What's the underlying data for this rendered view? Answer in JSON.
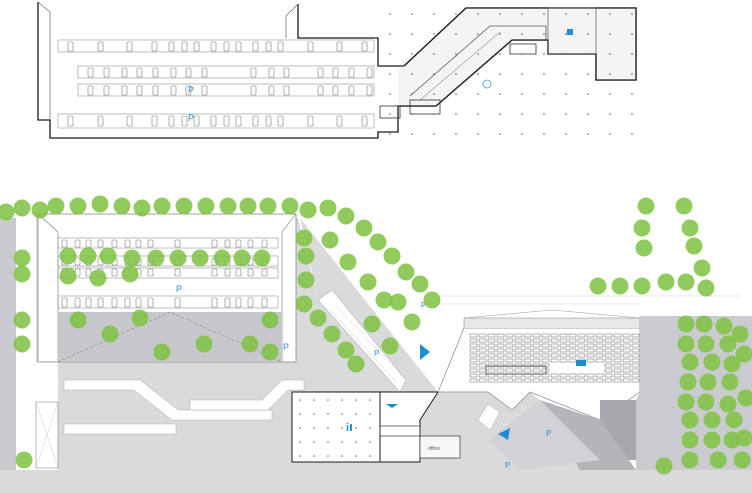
{
  "labels": {
    "parking": "P",
    "info": "i",
    "office": "office"
  },
  "colors": {
    "tree": "#7fc241",
    "paving": "#d9dadc",
    "paving_dark": "#c4c6c9",
    "building_dark": "#9c9ea1",
    "wall": "#1a1a1a",
    "accent": "#1f8ed0",
    "thin_line": "#9a9a9a"
  }
}
